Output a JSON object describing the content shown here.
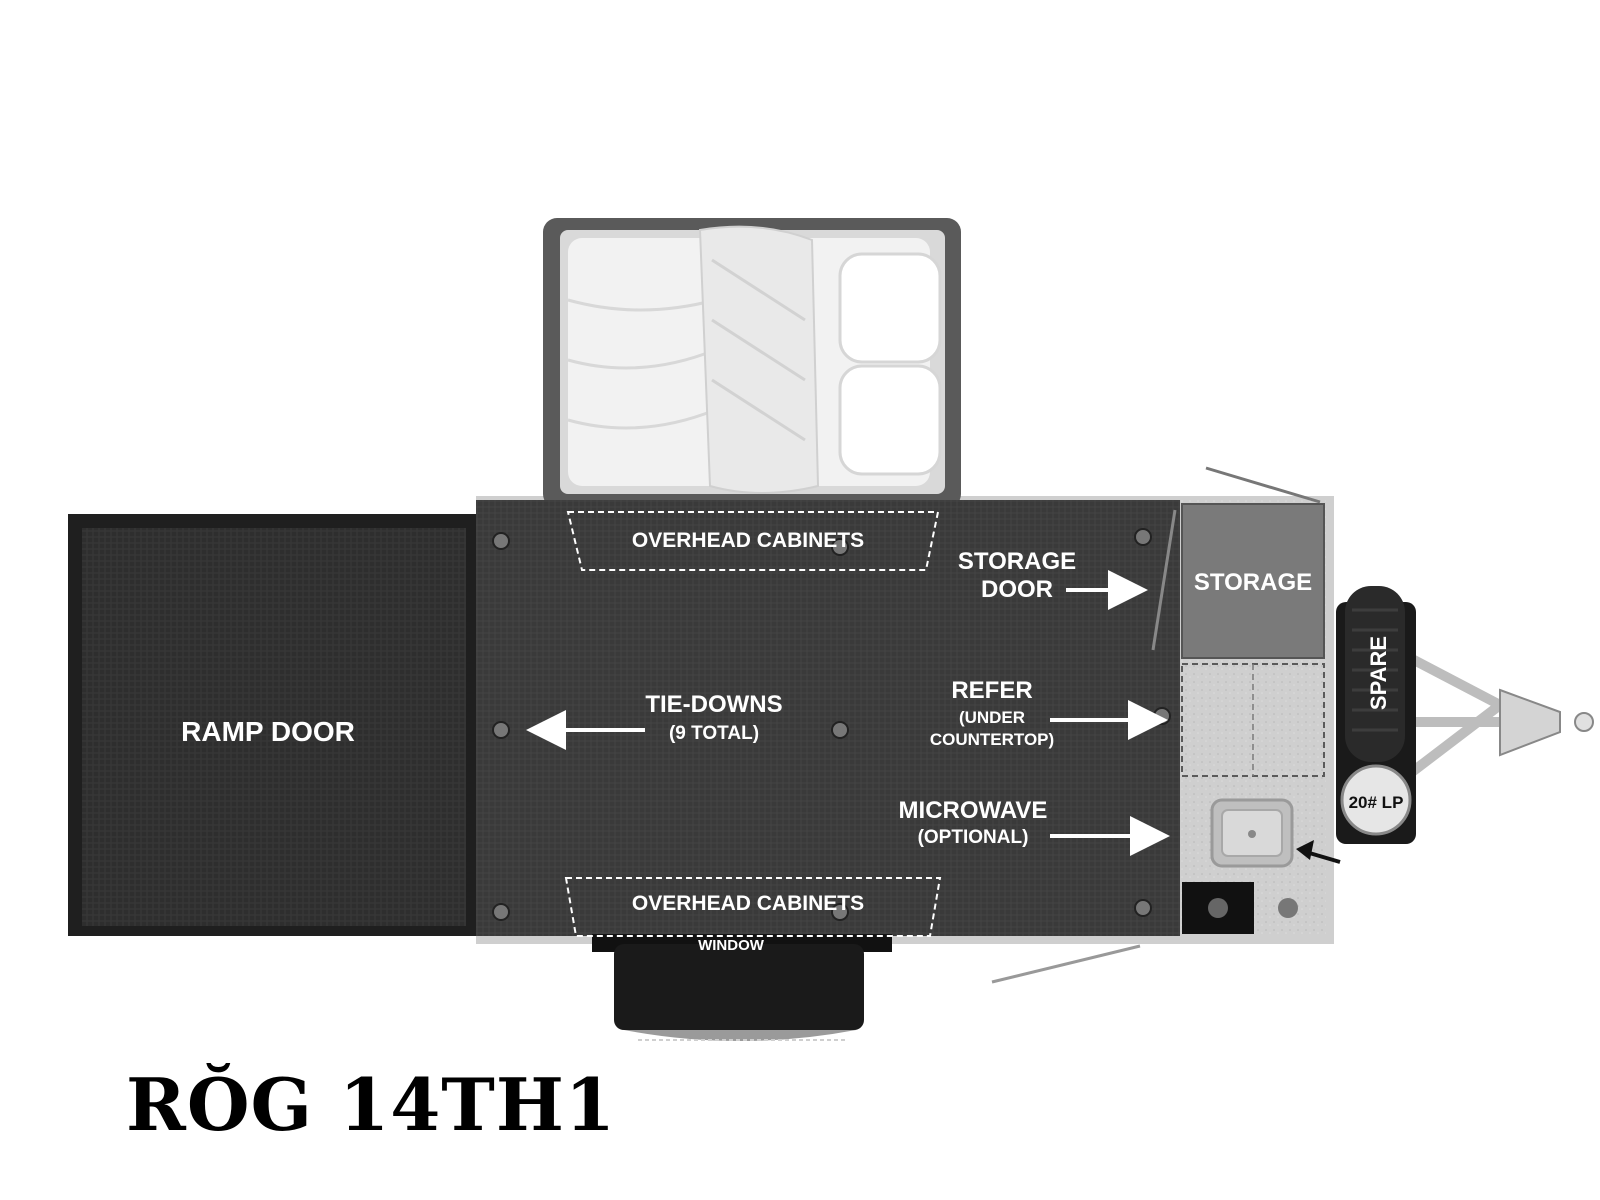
{
  "title": "RŎG 14TH1",
  "labels": {
    "ramp_door": "RAMP DOOR",
    "tie_downs": "TIE-DOWNS",
    "tie_downs_note": "(9 TOTAL)",
    "overhead_cabinets_top": "OVERHEAD CABINETS",
    "overhead_cabinets_bottom": "OVERHEAD CABINETS",
    "storage_door_line1": "STORAGE",
    "storage_door_line2": "DOOR",
    "storage": "STORAGE",
    "refer": "REFER",
    "refer_note_line1": "(UNDER",
    "refer_note_line2": "COUNTERTOP)",
    "microwave": "MICROWAVE",
    "microwave_note": "(OPTIONAL)",
    "window": "WINDOW",
    "spare": "SPARE",
    "lp_tank": "20# LP"
  },
  "colors": {
    "floor": "#3a3a3a",
    "ramp": "#2e2e2e",
    "storage": "#7a7a7a",
    "text": "#ffffff"
  }
}
